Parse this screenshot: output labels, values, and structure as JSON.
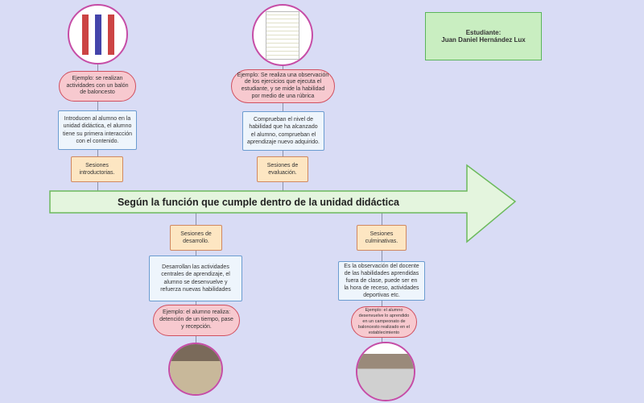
{
  "title": "Según la función que cumple dentro de la unidad didáctica",
  "student": {
    "label": "Estudiante:",
    "name": "Juan Daniel Hernández Lux"
  },
  "top": [
    {
      "session": "Sesiones introductorias.",
      "description": "Introducen al alumno en la unidad didáctica, el alumno tiene su primera interacción con el contenido.",
      "example": "Ejemplo: se realizan actividades con un balón de baloncesto"
    },
    {
      "session": "Sesiones de evaluación.",
      "description": "Comprueban el nivel de habilidad que ha alcanzado el alumno, comprueban el aprendizaje nuevo adquirido.",
      "example": "Ejemplo: Se realiza una observación de los ejercicios que ejecuta el estudiante, y se mide la habilidad por medio de una rúbrica"
    }
  ],
  "bottom": [
    {
      "session": "Sesiones de desarrollo.",
      "description": "Desarrollan las actividades centrales de aprendizaje, el alumno se desenvuelve y refuerza nuevas habilidades",
      "example": "Ejemplo: el alumno realiza: detención de un tiempo, pase y recepción."
    },
    {
      "session": "Sesiones culminativas.",
      "description": "Es la observación del docente de las habilidades aprendidas fuera de clase, puede ser en la hora de receso, actividades deportivas etc.",
      "example": "Ejemplo: el alumno desenvuelve lo aprendido en un campeonato de baloncesto realizado en el establecimiento"
    }
  ]
}
